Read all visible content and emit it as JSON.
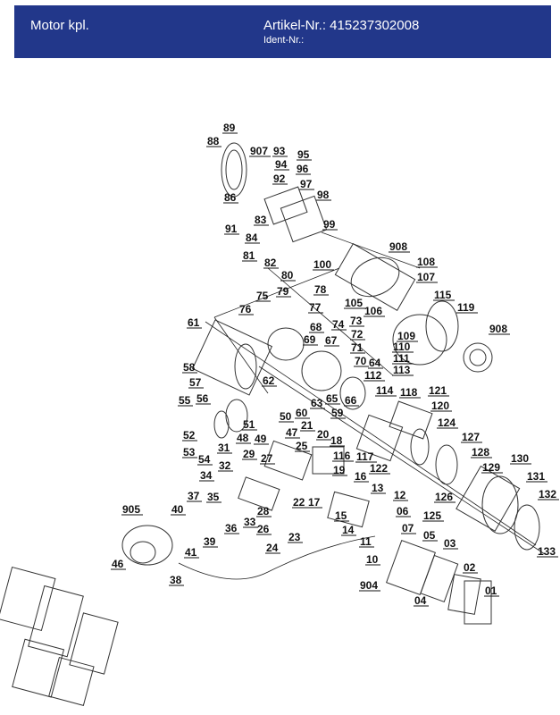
{
  "header": {
    "title": "Motor kpl.",
    "article_label": "Artikel-Nr.: 415237302008",
    "ident_label": "Ident-Nr.:"
  },
  "colors": {
    "header_bg": "#22378a",
    "header_text": "#ffffff",
    "line": "#222222"
  },
  "part_labels": [
    "89",
    "88",
    "86",
    "907",
    "93",
    "94",
    "92",
    "95",
    "96",
    "97",
    "98",
    "91",
    "83",
    "84",
    "81",
    "82",
    "99",
    "908",
    "100",
    "80",
    "79",
    "78",
    "77",
    "105",
    "106",
    "108",
    "107",
    "115",
    "119",
    "908",
    "75",
    "76",
    "61",
    "74",
    "73",
    "72",
    "71",
    "70",
    "68",
    "67",
    "69",
    "64",
    "109",
    "110",
    "111",
    "113",
    "58",
    "57",
    "62",
    "60",
    "21",
    "63",
    "65",
    "66",
    "59",
    "112",
    "114",
    "118",
    "121",
    "120",
    "124",
    "56",
    "55",
    "52",
    "53",
    "54",
    "51",
    "49",
    "48",
    "47",
    "50",
    "20",
    "25",
    "18",
    "116",
    "117",
    "127",
    "128",
    "129",
    "130",
    "131",
    "132",
    "133",
    "31",
    "29",
    "27",
    "19",
    "34",
    "32",
    "28",
    "22",
    "17",
    "16",
    "122",
    "13",
    "12",
    "06",
    "126",
    "125",
    "905",
    "37",
    "35",
    "40",
    "39",
    "36",
    "33",
    "26",
    "24",
    "23",
    "15",
    "14",
    "11",
    "07",
    "05",
    "03",
    "41",
    "46",
    "38",
    "10",
    "904",
    "02",
    "04",
    "01"
  ]
}
